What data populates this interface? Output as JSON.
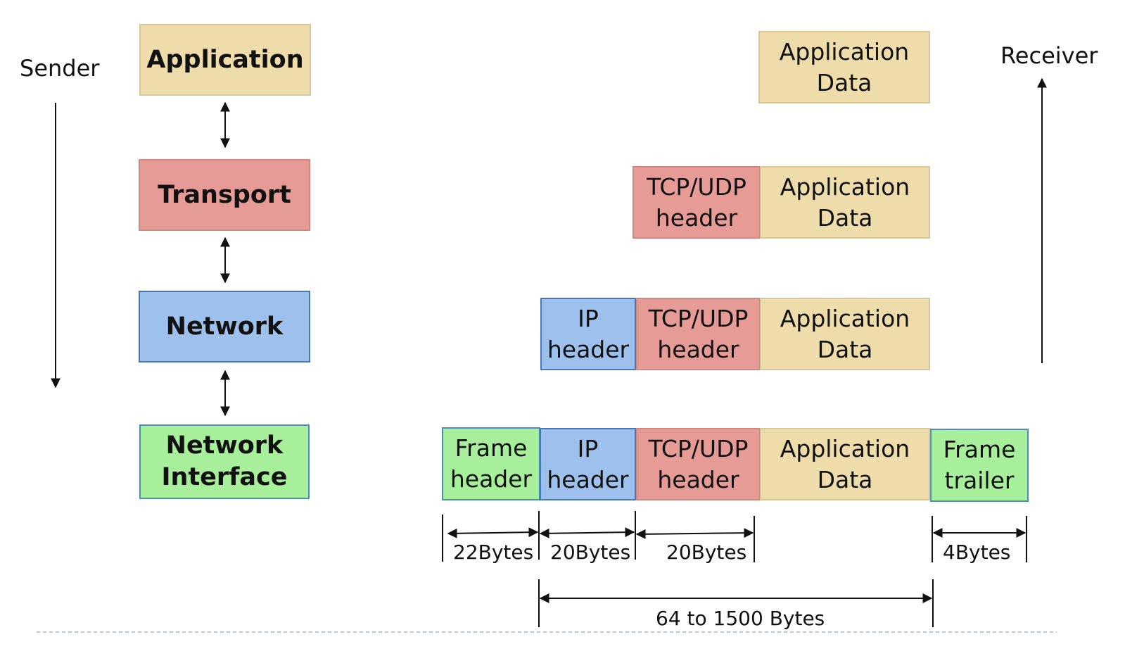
{
  "sender_label": "Sender",
  "receiver_label": "Receiver",
  "layers": {
    "application": "Application",
    "transport": "Transport",
    "network": "Network",
    "network_interface": "Network\nInterface"
  },
  "packets": {
    "app_data": "Application\nData",
    "tcp_udp_header": "TCP/UDP\nheader",
    "ip_header": "IP\nheader",
    "frame_header": "Frame\nheader",
    "frame_trailer": "Frame\ntrailer"
  },
  "sizes": {
    "frame_header": "22Bytes",
    "ip_header": "20Bytes",
    "tcp_header": "20Bytes",
    "frame_trailer": "4Bytes",
    "payload_range": "64 to 1500 Bytes"
  },
  "colors": {
    "application": "#eedcab",
    "transport": "#e69b97",
    "network": "#9dc0ec",
    "network_interface": "#a7ef9b"
  }
}
